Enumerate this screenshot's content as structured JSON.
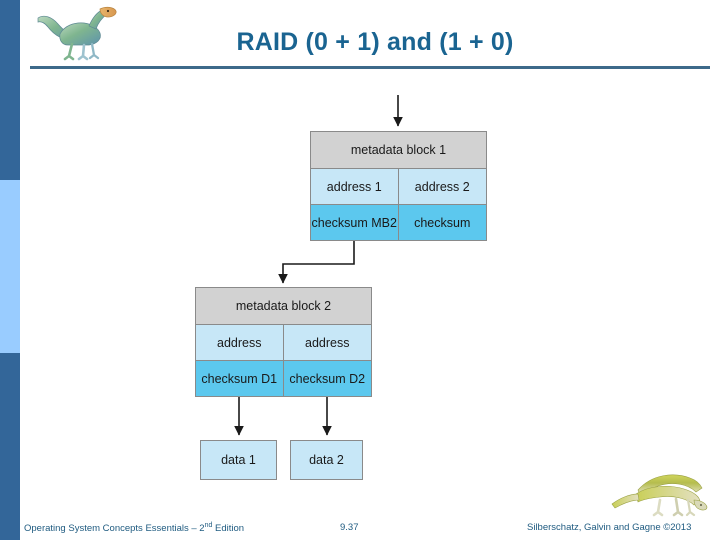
{
  "slide": {
    "title": "RAID (0 + 1) and (1 + 0)",
    "title_color": "#1a6491",
    "rule_color": "#3d6a8a",
    "background": "#ffffff"
  },
  "sidebar": {
    "bands": [
      {
        "name": "top-band",
        "color": "#336699"
      },
      {
        "name": "middle-band",
        "color": "#99ccff"
      },
      {
        "name": "bottom-band",
        "color": "#336699"
      }
    ]
  },
  "logos": {
    "header_icon": "dinosaur-icon",
    "footer_icon": "dinosaur-icon"
  },
  "diagram": {
    "type": "block-diagram",
    "colors": {
      "header_cell": "#d2d2d2",
      "address_cell": "#c7e7f7",
      "checksum_cell": "#5cc8ee",
      "data_cell": "#c7e7f7",
      "border": "#8a8a8a",
      "arrow": "#1a1a1a"
    },
    "blocks": [
      {
        "id": "block1",
        "header": "metadata block 1",
        "addresses": [
          "address 1",
          "address 2"
        ],
        "checksums": [
          "checksum MB2",
          "checksum"
        ]
      },
      {
        "id": "block2",
        "header": "metadata block 2",
        "addresses": [
          "address",
          "address"
        ],
        "checksums": [
          "checksum D1",
          "checksum D2"
        ]
      }
    ],
    "data_blocks": [
      {
        "id": "data1",
        "label": "data 1"
      },
      {
        "id": "data2",
        "label": "data 2"
      }
    ],
    "arrows": [
      {
        "name": "incoming-to-block1",
        "from": "top",
        "to": "metadata block 1"
      },
      {
        "name": "block1-checksum-to-block2",
        "from": "checksum MB2",
        "to": "metadata block 2"
      },
      {
        "name": "block2-checksum-d1-to-data1",
        "from": "checksum D1",
        "to": "data 1"
      },
      {
        "name": "block2-checksum-d2-to-data2",
        "from": "checksum D2",
        "to": "data 2"
      }
    ]
  },
  "footer": {
    "left_prefix": "Operating System Concepts Essentials – 2",
    "left_sup": "nd",
    "left_suffix": " Edition",
    "slide_number": "9.37",
    "right": "Silberschatz, Galvin and Gagne ©2013",
    "text_color": "#1f5b80"
  }
}
